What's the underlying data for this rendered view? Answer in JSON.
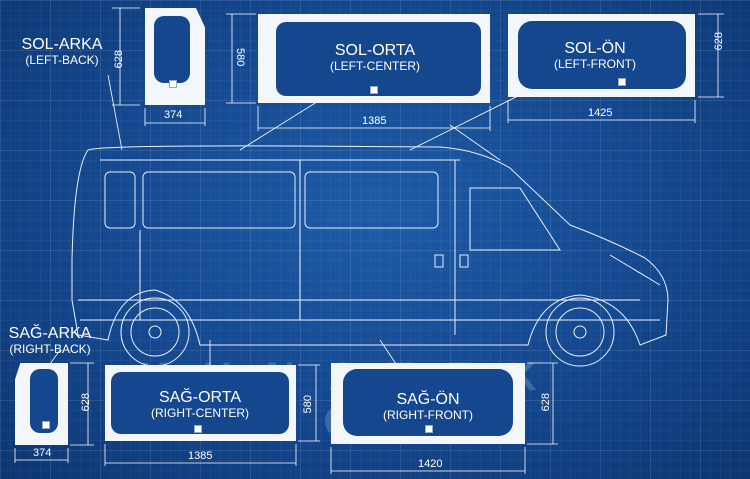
{
  "watermark": "KUNATEK AUTO",
  "colors": {
    "background": "#14478e",
    "glass": "#f3f6fa",
    "lines": "#ffffff"
  },
  "windows": {
    "left_back": {
      "title": "SOL-ARKA",
      "subtitle": "(LEFT-BACK)",
      "height": "628",
      "width": "374"
    },
    "left_center": {
      "title": "SOL-ORTA",
      "subtitle": "(LEFT-CENTER)",
      "height": "580",
      "width": "1385"
    },
    "left_front": {
      "title": "SOL-ÖN",
      "subtitle": "(LEFT-FRONT)",
      "height": "628",
      "width": "1425"
    },
    "right_back": {
      "title": "SAĞ-ARKA",
      "subtitle": "(RIGHT-BACK)",
      "height": "628",
      "width": "374"
    },
    "right_center": {
      "title": "SAĞ-ORTA",
      "subtitle": "(RIGHT-CENTER)",
      "height": "580",
      "width": "1385"
    },
    "right_front": {
      "title": "SAĞ-ÖN",
      "subtitle": "(RIGHT-FRONT)",
      "height": "628",
      "width": "1420"
    }
  }
}
